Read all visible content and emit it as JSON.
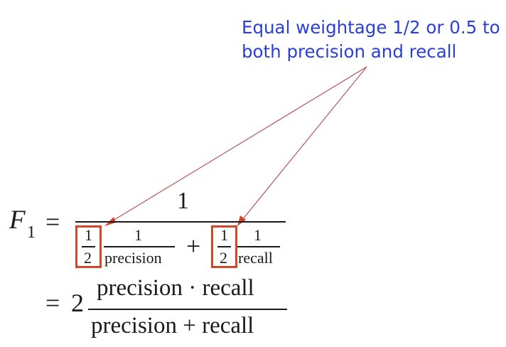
{
  "annotation": {
    "line1": "Equal weightage 1/2 or 0.5 to",
    "line2": "both precision and recall"
  },
  "formula": {
    "lhs_symbol": "F",
    "lhs_subscript": "1",
    "equals": "=",
    "numerator_one": "1",
    "half_num": "1",
    "half_den": "2",
    "term1_num": "1",
    "term1_den": "precision",
    "plus": "+",
    "term2_num": "1",
    "term2_den": "recall",
    "factor_two": "2",
    "simplified_numerator": "precision · recall",
    "simplified_denominator": "precision + recall"
  },
  "colors": {
    "annotation_text": "#2a3fd6",
    "highlight_box": "#d0472a",
    "arrow": "#d0472a"
  }
}
